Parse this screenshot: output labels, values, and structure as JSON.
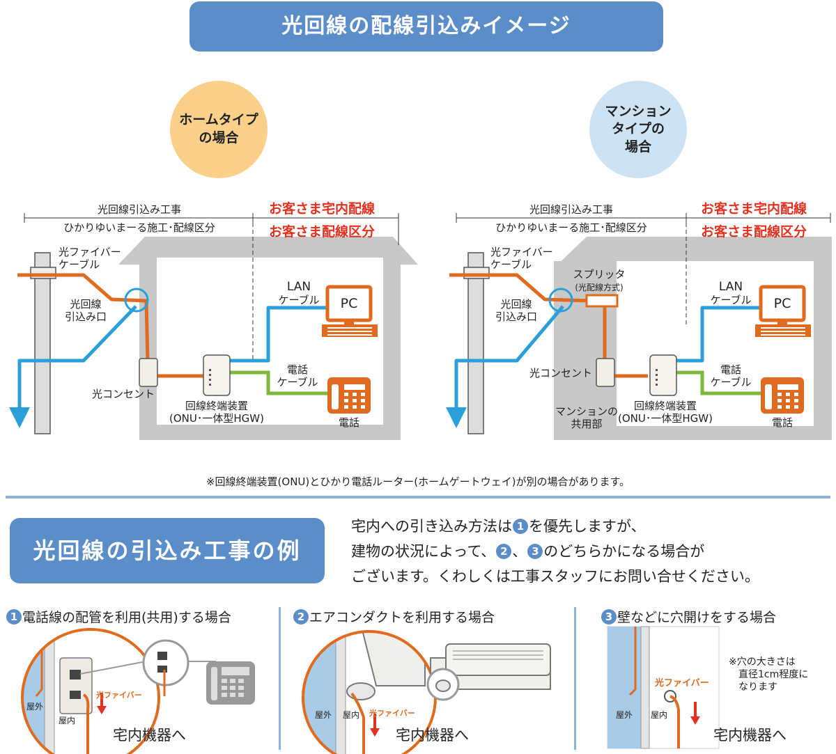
{
  "title": "光回線の配線引込みイメージ",
  "home": {
    "badge": [
      "ホームタイプ",
      "の場合"
    ],
    "work_label": "光回線引込み工事",
    "work_sublabel": "ひかりゆいまーる施工･配線区分",
    "customer_wiring": "お客さま宅内配線",
    "customer_section": "お客さま配線区分",
    "fiber_cable": [
      "光ファイバー",
      "ケーブル"
    ],
    "entry": [
      "光回線",
      "引込み口"
    ],
    "outlet": "光コンセント",
    "onu": [
      "回線終端装置",
      "(ONU･一体型HGW)"
    ],
    "lan": [
      "LAN",
      "ケーブル"
    ],
    "pc": "PC",
    "tel_cable": [
      "電話",
      "ケーブル"
    ],
    "phone": "電話"
  },
  "mansion": {
    "badge": [
      "マンション",
      "タイプの",
      "場合"
    ],
    "work_label": "光回線引込み工事",
    "work_sublabel": "ひかりゆいまーる施工･配線区分",
    "customer_wiring": "お客さま宅内配線",
    "customer_section": "お客さま配線区分",
    "fiber_cable": [
      "光ファイバー",
      "ケーブル"
    ],
    "entry": [
      "光回線",
      "引込み口"
    ],
    "splitter": [
      "スプリッタ",
      "(光配線方式)"
    ],
    "outlet": "光コンセント",
    "common": [
      "マンションの",
      "共用部"
    ],
    "onu": [
      "回線終端装置",
      "(ONU･一体型HGW)"
    ],
    "lan": [
      "LAN",
      "ケーブル"
    ],
    "pc": "PC",
    "tel_cable": [
      "電話",
      "ケーブル"
    ],
    "phone": "電話"
  },
  "note": "※回線終端装置(ONU)とひかり電話ルーター(ホームゲートウェイ)が別の場合があります。",
  "section2_title": "光回線の引込み工事の例",
  "intro": {
    "line1_a": "宅内への引き込み方法は",
    "line1_num": "1",
    "line1_b": "を優先しますが、",
    "line2_a": "建物の状況によって、",
    "line2_num1": "2",
    "line2_sep": "、",
    "line2_num2": "3",
    "line2_b": "のどちらかになる場合が",
    "line3": "ございます。くわしくは工事スタッフにお問い合せください。"
  },
  "cases": [
    {
      "num": "1",
      "title": "電話線の配管を利用(共用)する場合",
      "outdoor": "屋外",
      "indoor": "屋内",
      "fiber": "光ファイバー",
      "to_device": "宅内機器へ"
    },
    {
      "num": "2",
      "title": "エアコンダクトを利用する場合",
      "outdoor": "屋外",
      "indoor": "屋内",
      "fiber": "光ファイバー",
      "to_device": "宅内機器へ"
    },
    {
      "num": "3",
      "title": "壁などに穴開けをする場合",
      "outdoor": "屋外",
      "indoor": "屋内",
      "fiber": "光ファイバー",
      "to_device": "宅内機器へ",
      "hole_note": [
        "※穴の大きさは",
        "直径1cm程度に",
        "なります"
      ]
    }
  ],
  "colors": {
    "fiber": "#e06a1e",
    "lan": "#2b9fd9",
    "tel": "#7cb83c",
    "wall": "#c8c8c8",
    "accent": "#5b8ec8",
    "red": "#e3311f"
  }
}
